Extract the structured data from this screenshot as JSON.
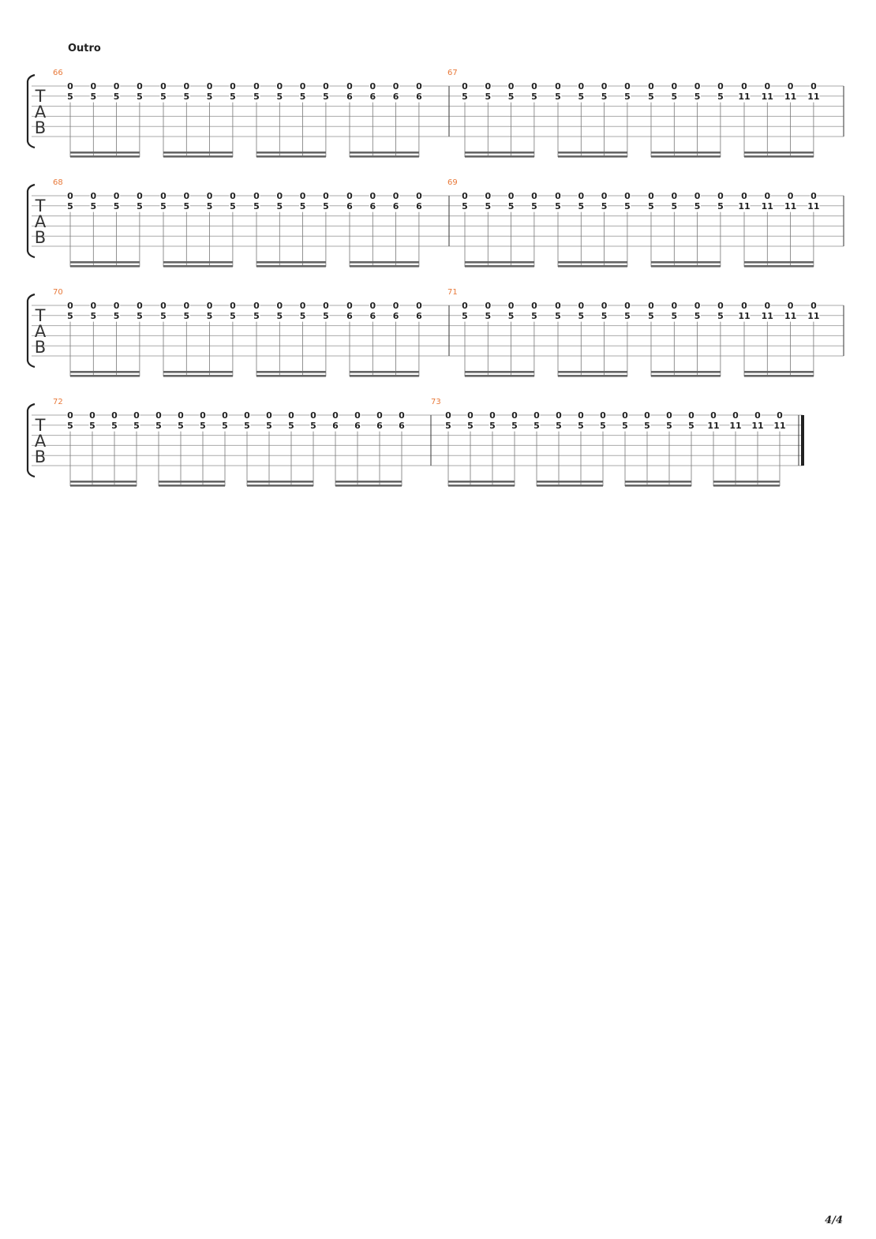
{
  "section_title": "Outro",
  "page_number": "4/4",
  "clef": [
    "T",
    "A",
    "B"
  ],
  "colors": {
    "measure_number": "#e8793a",
    "fret": "#222222",
    "staff_line": "#aaaaaa",
    "barline": "#555555"
  },
  "note_patterns": {
    "A": [
      [
        "0",
        "5"
      ],
      [
        "0",
        "5"
      ],
      [
        "0",
        "5"
      ],
      [
        "0",
        "5"
      ],
      [
        "0",
        "5"
      ],
      [
        "0",
        "5"
      ],
      [
        "0",
        "5"
      ],
      [
        "0",
        "5"
      ],
      [
        "0",
        "5"
      ],
      [
        "0",
        "5"
      ],
      [
        "0",
        "5"
      ],
      [
        "0",
        "5"
      ],
      [
        "0",
        "6"
      ],
      [
        "0",
        "6"
      ],
      [
        "0",
        "6"
      ],
      [
        "0",
        "6"
      ]
    ],
    "B": [
      [
        "0",
        "5"
      ],
      [
        "0",
        "5"
      ],
      [
        "0",
        "5"
      ],
      [
        "0",
        "5"
      ],
      [
        "0",
        "5"
      ],
      [
        "0",
        "5"
      ],
      [
        "0",
        "5"
      ],
      [
        "0",
        "5"
      ],
      [
        "0",
        "5"
      ],
      [
        "0",
        "5"
      ],
      [
        "0",
        "5"
      ],
      [
        "0",
        "5"
      ],
      [
        "0",
        "11"
      ],
      [
        "0",
        "11"
      ],
      [
        "0",
        "11"
      ],
      [
        "0",
        "11"
      ]
    ]
  },
  "systems": [
    {
      "measures": [
        {
          "number": "66",
          "pattern": "A"
        },
        {
          "number": "67",
          "pattern": "B"
        }
      ]
    },
    {
      "measures": [
        {
          "number": "68",
          "pattern": "A"
        },
        {
          "number": "69",
          "pattern": "B"
        }
      ]
    },
    {
      "measures": [
        {
          "number": "70",
          "pattern": "A"
        },
        {
          "number": "71",
          "pattern": "B"
        }
      ]
    },
    {
      "measures": [
        {
          "number": "72",
          "pattern": "A"
        },
        {
          "number": "73",
          "pattern": "B"
        }
      ],
      "final": true
    }
  ]
}
